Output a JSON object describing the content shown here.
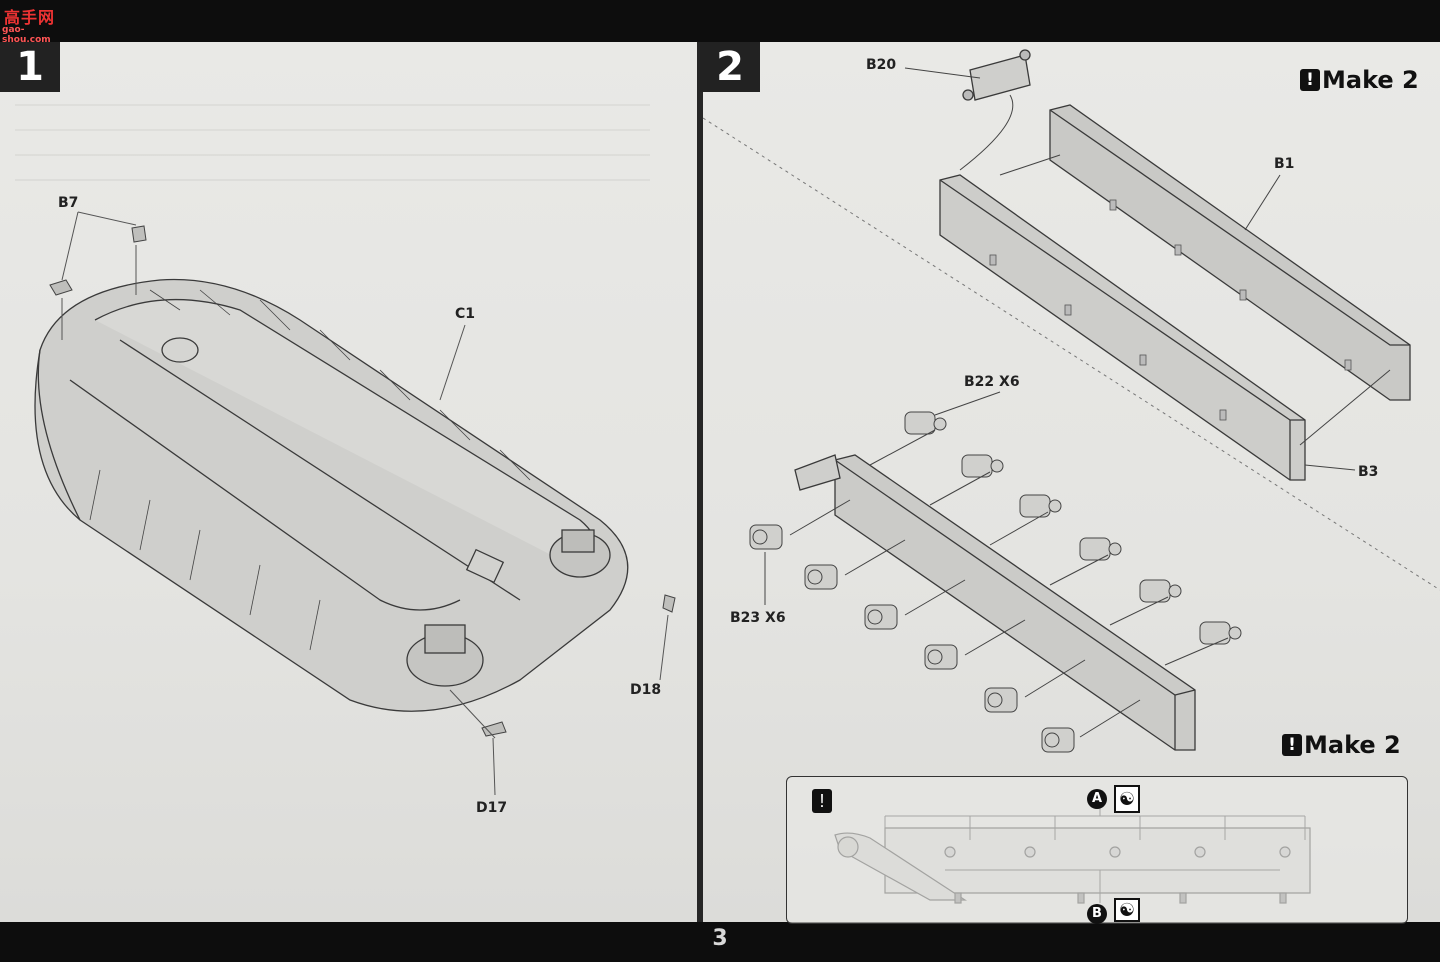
{
  "logo": {
    "text": "高手网",
    "url_text": "gao-shou.com"
  },
  "page_number": "3",
  "step1": {
    "number": "1",
    "parts": {
      "b7": "B7",
      "c1": "C1",
      "d18": "D18",
      "d17": "D17"
    }
  },
  "step2": {
    "number": "2",
    "make_top": "Make 2",
    "make_bottom": "Make 2",
    "parts": {
      "b20": "B20",
      "b1": "B1",
      "b3": "B3",
      "b22": "B22 X6",
      "b23": "B23 X6"
    },
    "callout": {
      "marker_a": "A",
      "marker_b": "B",
      "warning": "!"
    }
  }
}
